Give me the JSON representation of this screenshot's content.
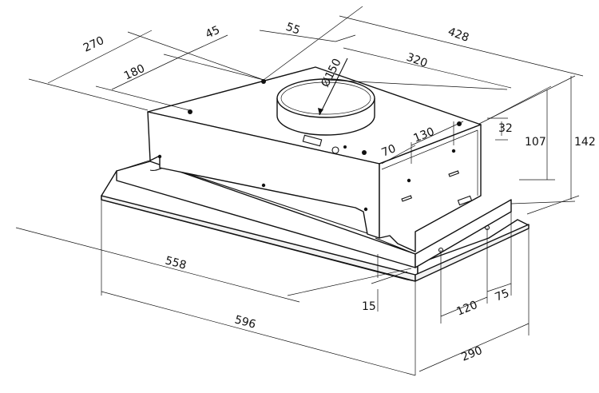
{
  "dimensions": {
    "d270": "270",
    "d45": "45",
    "d55": "55",
    "d428": "428",
    "d180": "180",
    "d320": "320",
    "d150": "Ø150",
    "d32": "32",
    "d130": "130",
    "d70": "70",
    "d107": "107",
    "d142": "142",
    "d558": "558",
    "d596": "596",
    "d15": "15",
    "d120": "120",
    "d75": "75",
    "d290": "290"
  },
  "colors": {
    "line": "#111111",
    "background": "#ffffff"
  }
}
